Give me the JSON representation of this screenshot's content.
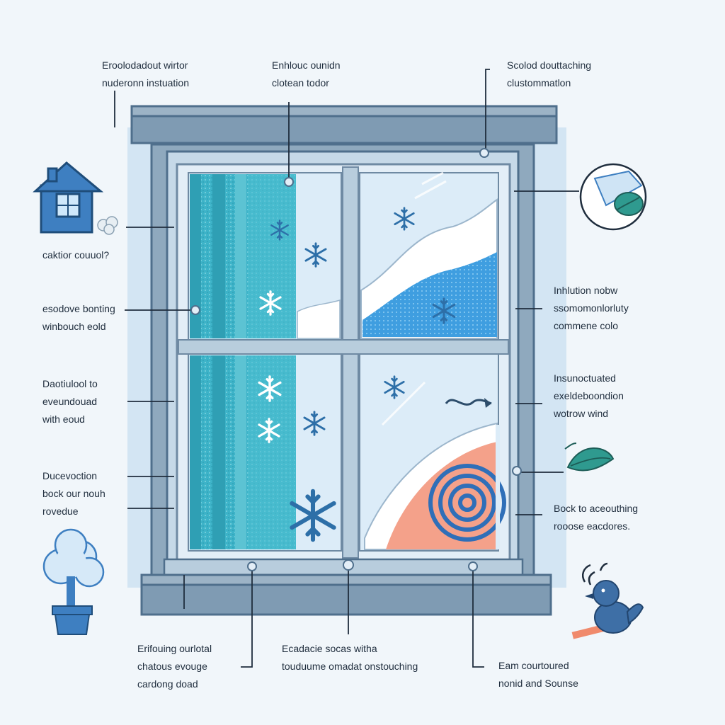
{
  "colors": {
    "frame_dark": "#4f6f8c",
    "frame_mid": "#7f9bb3",
    "glass": "#dcecf8",
    "curtain": "#49b7c9",
    "snow_blue": "#3fa3e0",
    "insulation_pink": "#f4a18a",
    "icon_blue": "#3e7fc1",
    "leaf_teal": "#2f9a8f",
    "background": "#f1f6fa"
  },
  "labels": {
    "top_left": "Eroolodadout wirtor\nnuderonn instuation",
    "top_center": "Enhlouc ounidn\nclotean todor",
    "top_right": "Scolod douttaching\nclustommatlon",
    "house_note": "caktior couuol?",
    "left_mid1": "esodove bonting\nwinbouch eold",
    "left_mid2": "Daotiulool to\neveundouad\nwith eoud",
    "left_low": "Ducevoction\nbock our nouh\nrovedue",
    "right_mid1": "Inhlution nobw\nssomomonlorluty\ncommene colo",
    "right_mid2": "Insunoctuated\nexeldeboondion\nwotrow wind",
    "right_low": "Bock to aceouthing\nrooose eacdores.",
    "bottom_left": "Erifouing ourlotal\nchatous evouge\ncardong doad",
    "bottom_center": "Ecadacie socas witha\ntouduume omadat onstouching",
    "bottom_right": "Eam courtoured\nnonid and Sounse"
  },
  "icons": {
    "house": "house-icon",
    "leaf_badge": "leaf-badge-icon",
    "leaf": "leaf-icon",
    "tree": "potted-tree-icon",
    "bird": "bird-icon",
    "sound": "sound-waves-icon",
    "snowflake": "snowflake-icon",
    "wind_arrow": "wind-arrow-icon"
  }
}
